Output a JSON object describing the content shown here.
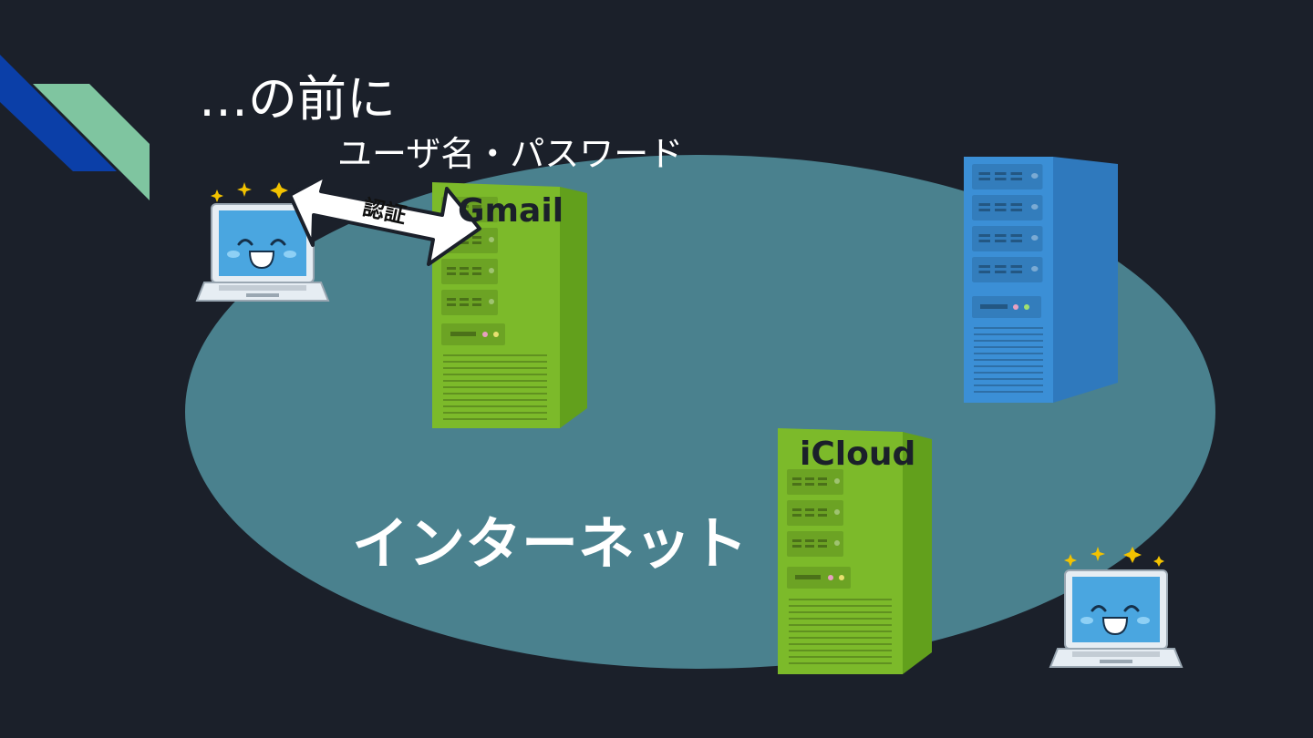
{
  "slide": {
    "title": "…の前に",
    "credentials_label": "ユーザ名・パスワード",
    "auth_label": "認証",
    "network_label": "インターネット"
  },
  "servers": [
    {
      "label": "Gmail",
      "color": "#7cba2a"
    },
    {
      "label": "",
      "color": "#3b8fd6"
    },
    {
      "label": "iCloud",
      "color": "#7cba2a"
    }
  ],
  "colors": {
    "background": "#1b202a",
    "network_ellipse": "#4a818e",
    "accent_blue": "#0b3fa8",
    "accent_green": "#7fc5a0"
  },
  "icons": [
    "laptop-icon",
    "server-icon",
    "sparkle-icon",
    "double-arrow-icon"
  ]
}
